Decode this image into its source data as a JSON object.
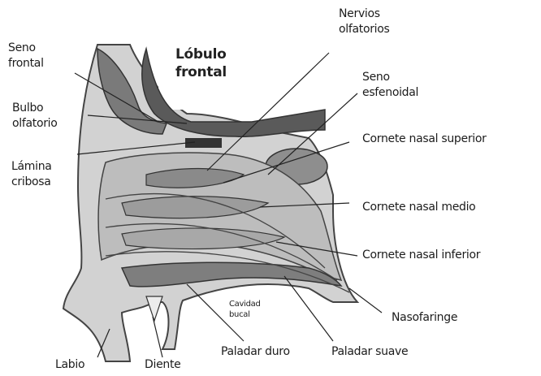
{
  "diagram": {
    "labels": {
      "seno_frontal": "Seno\nfrontal",
      "lobulo_frontal": "Lóbulo\nfrontal",
      "nervios_olfatorios": "Nervios\nolfatorios",
      "seno_esfenoidal": "Seno\nesfenoidal",
      "bulbo_olfatorio": "Bulbo\nolfatorio",
      "cornete_superior": "Cornete nasal superior",
      "lamina_cribosa": "Lámina\ncribosa",
      "cornete_medio": "Cornete nasal medio",
      "cornete_inferior": "Cornete nasal inferior",
      "cavidad_bucal": "Cavidad\nbucal",
      "nasofaringe": "Nasofaringe",
      "labio": "Labio",
      "diente": "Diente",
      "paladar_duro": "Paladar duro",
      "paladar_suave": "Paladar suave"
    },
    "colors": {
      "ink": "#1c1c1c",
      "tissue_dark": "#6e6e6e",
      "tissue_mid": "#9a9a9a",
      "tissue_light": "#c8c8c8",
      "background": "#ffffff"
    }
  }
}
